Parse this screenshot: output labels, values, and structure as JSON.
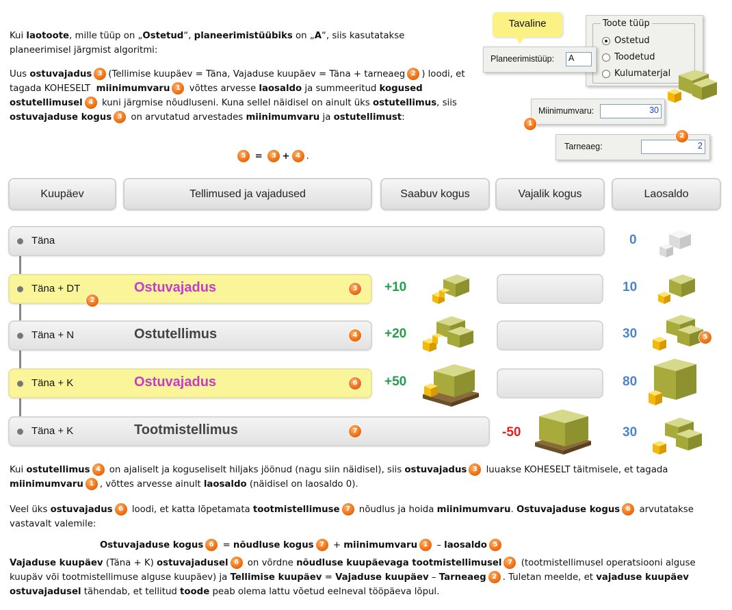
{
  "intro": {
    "p1": "Kui laotoote, mille tüüp on „Ostetud“, planeerimistüübiks on „A“, siis kasutatakse planeerimisel järgmist algoritmi:",
    "formula": "= 3 + 4."
  },
  "dialog": {
    "callout": "Tavaline",
    "plan_label": "Planeerimistüüp:",
    "plan_value": "A",
    "group_title": "Toote tüüp",
    "radio_bought": "Ostetud",
    "radio_produced": "Toodetud",
    "radio_consumable": "Kulumaterjal",
    "min_label": "Miinimumvaru:",
    "min_value": "30",
    "lead_label": "Tarneaeg:",
    "lead_value": "2"
  },
  "table": {
    "headers": [
      "Kuupäev",
      "Tellimused ja vajadused",
      "Saabuv kogus",
      "Vajalik kogus",
      "Laosaldo"
    ],
    "rows": [
      {
        "date": "Täna",
        "type": "",
        "incoming": "",
        "required": "",
        "balance": "0"
      },
      {
        "date": "Täna + DT",
        "type": "Ostuvajadus",
        "incoming": "+10",
        "required": "",
        "balance": "10"
      },
      {
        "date": "Täna + N",
        "type": "Ostutellimus",
        "incoming": "+20",
        "required": "",
        "balance": "30"
      },
      {
        "date": "Täna + K",
        "type": "Ostuvajadus",
        "incoming": "+50",
        "required": "",
        "balance": "80"
      },
      {
        "date": "Täna + K",
        "type": "Tootmistellimus",
        "incoming": "",
        "required": "-50",
        "balance": "30"
      }
    ]
  },
  "icons": [
    "box-icon",
    "pallet-icon",
    "empty-box-icon",
    "orange-number-badge"
  ],
  "colors": {
    "highlight_row": "#fbf59a",
    "pink_text": "#c83ac8",
    "green_text": "#21a04a",
    "red_text": "#e0201a",
    "blue_text": "#4a86c8",
    "badge": "#f07418"
  }
}
